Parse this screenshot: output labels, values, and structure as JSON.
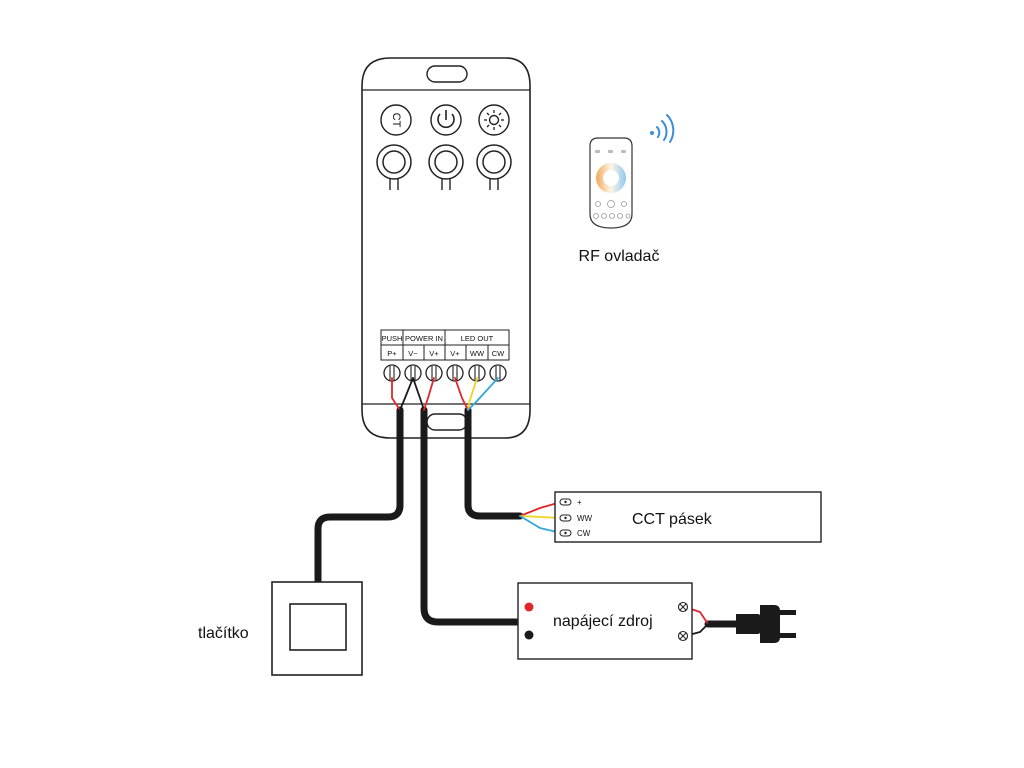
{
  "controller": {
    "button_labels": {
      "ct": "CT"
    },
    "terminal_groups": {
      "push": "PUSH",
      "power_in": "POWER IN",
      "led_out": "LED OUT"
    },
    "terminals": [
      "P+",
      "V−",
      "V+",
      "V+",
      "WW",
      "CW"
    ]
  },
  "remote": {
    "label": "RF ovladač"
  },
  "strip": {
    "label": "CCT pásek",
    "pins": [
      "+",
      "WW",
      "CW"
    ]
  },
  "psu": {
    "label": "napájecí zdroj"
  },
  "switch": {
    "label": "tlačítko"
  },
  "colors": {
    "wire_red": "#e0262b",
    "wire_yellow": "#f2d321",
    "wire_blue": "#2fa7d8",
    "cable_black": "#1a1a1a",
    "remote_gradient_warm": "#f2a85a",
    "remote_gradient_cool": "#8fc9ee",
    "wifi_blue": "#3a8fd6"
  },
  "icons": [
    "power-icon",
    "brightness-icon",
    "wifi-signal-icon",
    "plug-icon"
  ]
}
